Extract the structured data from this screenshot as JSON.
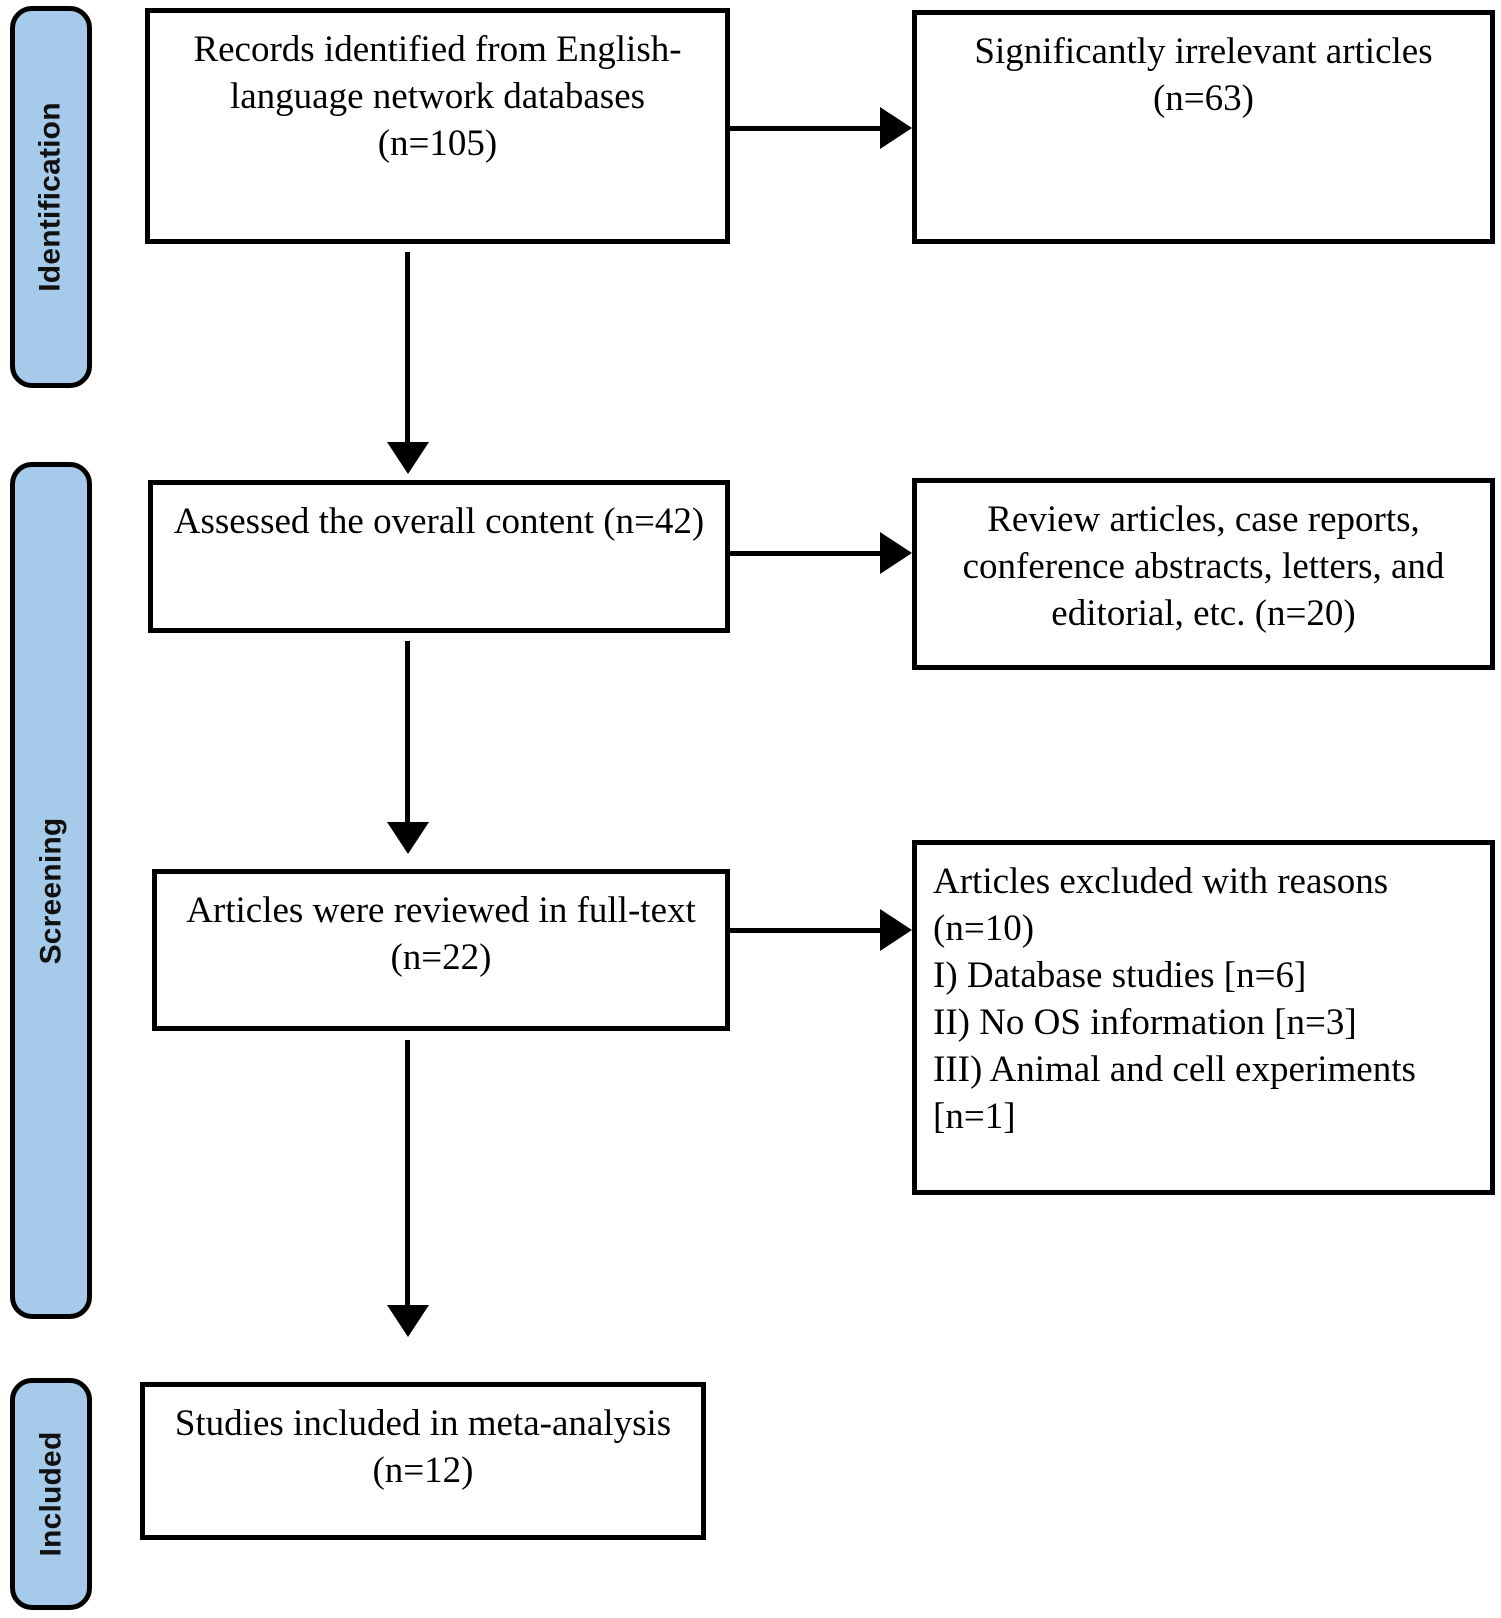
{
  "diagram": {
    "title": "PRISMA study selection flow diagram",
    "accent_color": "#a6cbea",
    "border_color": "#000000",
    "background_color": "#ffffff"
  },
  "stages": [
    {
      "id": "identification",
      "label": "Identification"
    },
    {
      "id": "screening",
      "label": "Screening"
    },
    {
      "id": "included",
      "label": "Included"
    }
  ],
  "boxes": {
    "records_identified": {
      "text": "Records identified from English-language network databases (n=105)",
      "count_label": "n=105",
      "count": 105,
      "align": "center"
    },
    "irrelevant_excluded": {
      "text": "Significantly irrelevant articles (n=63)",
      "count_label": "n=63",
      "count": 63,
      "align": "center"
    },
    "assessed_content": {
      "text": "Assessed the overall content (n=42)",
      "count_label": "n=42",
      "count": 42,
      "align": "center"
    },
    "type_excluded": {
      "text": "Review articles, case reports, conference abstracts, letters, and editorial, etc. (n=20)",
      "count_label": "n=20",
      "count": 20,
      "align": "center"
    },
    "full_text_reviewed": {
      "text": "Articles were reviewed in full-text (n=22)",
      "count_label": "n=22",
      "count": 22,
      "align": "center"
    },
    "excluded_with_reasons": {
      "text": "Articles excluded with reasons (n=10)\nI) Database studies [n=6]\nII) No OS information [n=3]\nIII) Animal and cell experiments [n=1]",
      "count_label": "n=10",
      "count": 10,
      "align": "left",
      "reasons": [
        {
          "numeral": "I)",
          "label": "Database studies",
          "count_label": "[n=6]",
          "count": 6
        },
        {
          "numeral": "II)",
          "label": "No OS information",
          "count_label": "[n=3]",
          "count": 3
        },
        {
          "numeral": "III)",
          "label": "Animal and cell experiments",
          "count_label": "[n=1]",
          "count": 1
        }
      ]
    },
    "studies_included": {
      "text": "Studies included in meta-analysis (n=12)",
      "count_label": "n=12",
      "count": 12,
      "align": "center"
    }
  },
  "flow": [
    {
      "from": "records_identified",
      "to": "irrelevant_excluded",
      "direction": "right"
    },
    {
      "from": "records_identified",
      "to": "assessed_content",
      "direction": "down"
    },
    {
      "from": "assessed_content",
      "to": "type_excluded",
      "direction": "right"
    },
    {
      "from": "assessed_content",
      "to": "full_text_reviewed",
      "direction": "down"
    },
    {
      "from": "full_text_reviewed",
      "to": "excluded_with_reasons",
      "direction": "right"
    },
    {
      "from": "full_text_reviewed",
      "to": "studies_included",
      "direction": "down"
    }
  ]
}
